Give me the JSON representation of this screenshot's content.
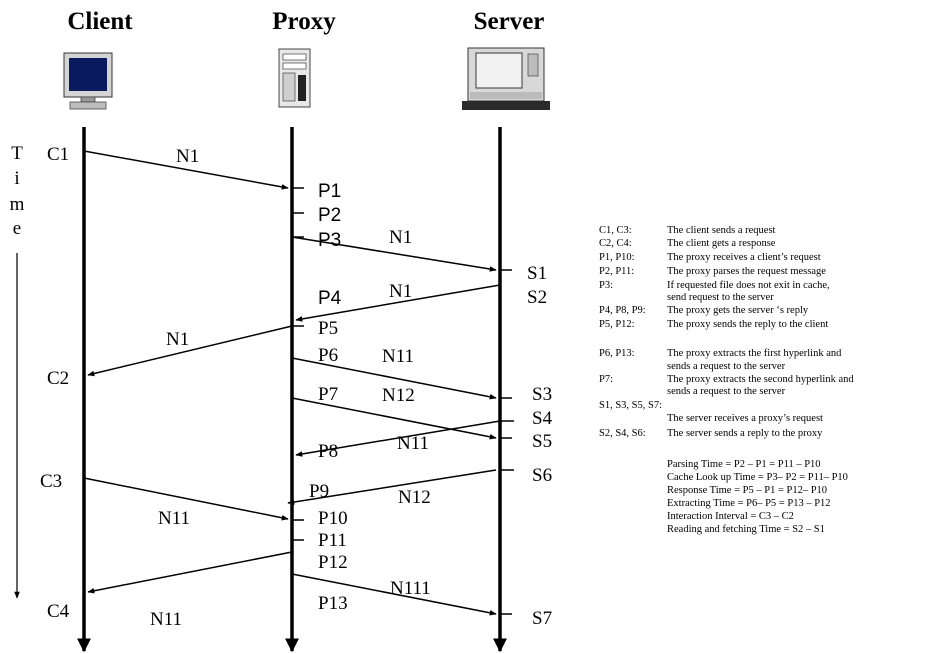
{
  "columns": {
    "client": "Client",
    "proxy": "Proxy",
    "server": "Server"
  },
  "time_label": [
    "T",
    "i",
    "m",
    "e"
  ],
  "events": {
    "c1": "C1",
    "c2": "C2",
    "c3": "C3",
    "c4": "C4",
    "p1": "P1",
    "p2": "P2",
    "p3": "P3",
    "p4": "P4",
    "p5": "P5",
    "p6": "P6",
    "p7": "P7",
    "p8": "P8",
    "p9": "P9",
    "p10": "P10",
    "p11": "P11",
    "p12": "P12",
    "p13": "P13",
    "s1": "S1",
    "s2": "S2",
    "s3": "S3",
    "s4": "S4",
    "s5": "S5",
    "s6": "S6",
    "s7": "S7"
  },
  "messages": [
    "N1",
    "N1",
    "N1",
    "N1",
    "N11",
    "N12",
    "N11",
    "N12",
    "N11",
    "N111",
    "N11"
  ],
  "legend": [
    {
      "key": "C1, C3:",
      "desc": "The client sends a request"
    },
    {
      "key": "C2, C4:",
      "desc": "The client gets a response"
    },
    {
      "key": "P1, P10:",
      "desc": "The proxy receives a client’s request"
    },
    {
      "key": "P2, P11:",
      "desc": "The proxy parses the request message"
    },
    {
      "key": "P3:",
      "desc": "If requested file does not exit in cache,",
      "desc2": "send request to the server"
    },
    {
      "key": "P4, P8, P9:",
      "desc": "The proxy gets the server ‘s reply"
    },
    {
      "key": "P5, P12:",
      "desc": "The proxy sends the reply to the client"
    },
    {
      "key": "P6, P13:",
      "desc": "The  proxy  extracts  the  first  hyperlink  and",
      "desc2": "sends a request to the server"
    },
    {
      "key": "P7:",
      "desc": "The  proxy  extracts  the  second  hyperlink  and",
      "desc2": "sends a request to the server"
    },
    {
      "key": "S1, S3, S5, S7:",
      "desc": "The server receives a proxy’s request"
    },
    {
      "key": "S2, S4, S6:",
      "desc": "The server sends a reply to the proxy"
    }
  ],
  "formulas": [
    "Parsing Time = P2 – P1 = P11 – P10",
    "Cache Look up Time = P3– P2 = P11– P10",
    "Response Time = P5 – P1 = P12– P10",
    "Extracting Time = P6– P5 = P13 – P12",
    "Interaction Interval  = C3 – C2",
    "Reading and fetching Time = S2 – S1"
  ]
}
